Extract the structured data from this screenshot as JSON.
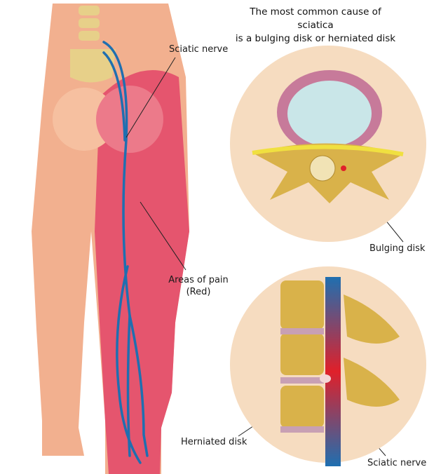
{
  "title": {
    "line1": "The most common cause of sciatica",
    "line2": "is a bulging disk or herniated disk"
  },
  "labels": {
    "sciatic_nerve_top": "Sciatic nerve",
    "areas_of_pain_line1": "Areas of pain",
    "areas_of_pain_line2": "(Red)",
    "bulging_disk": "Bulging disk",
    "herniated_disk": "Herniated disk",
    "sciatic_nerve_bottom": "Sciatic nerve"
  },
  "colors": {
    "skin": "#f2b08f",
    "pain": "#e5556e",
    "nerve": "#1f6fb0",
    "bone": "#d9b24a",
    "inset_bg": "#f6dcc0"
  }
}
